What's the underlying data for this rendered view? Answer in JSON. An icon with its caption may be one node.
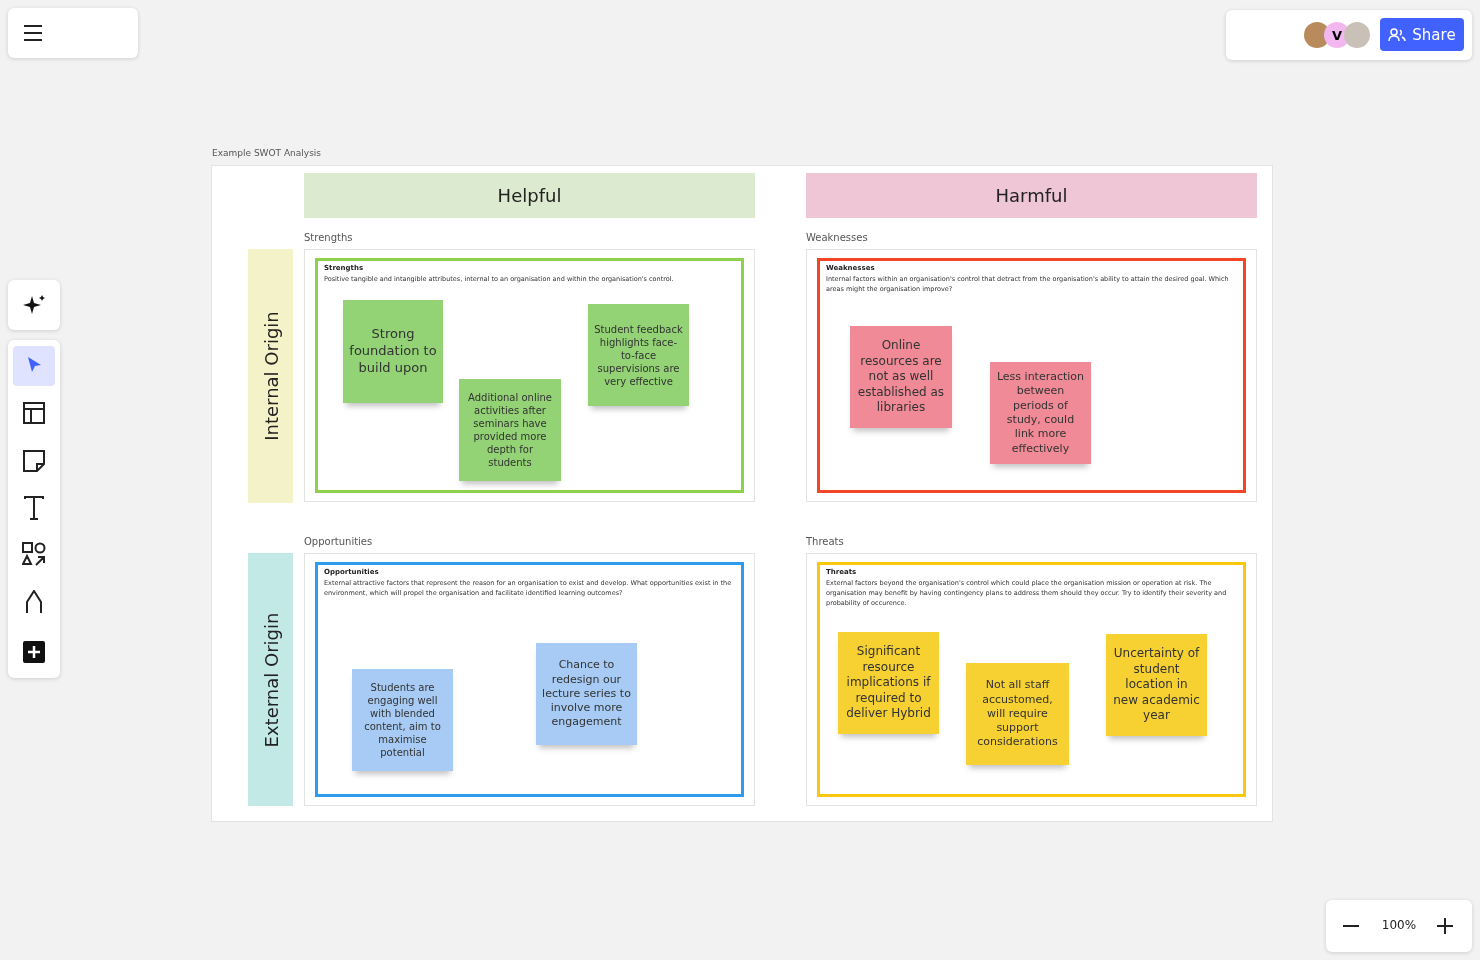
{
  "diagram": {
    "nodes": [
      {
        "text": [
          "Example SWOT Analysis"
        ]
      },
      {
        "text": [
          "Helpful"
        ],
        "in": 0
      },
      {
        "text": [
          "Harmful"
        ],
        "in": 0
      },
      {
        "text": [
          "Internal Origin"
        ],
        "in": 0
      },
      {
        "text": [
          "Strengths"
        ],
        "in": 0
      },
      {
        "text": [
          "Strengths",
          "Positive tangible and intangible attributes, internal to an organisation and within the organisation's control."
        ],
        "in": 4
      },
      {
        "text": [
          "Strong foundation to build upon"
        ],
        "in": 5
      },
      {
        "text": [
          "Additional online activities after seminars have provided more depth for students"
        ],
        "in": 5
      },
      {
        "text": [
          "Student feedback highlights face-to-face supervisions are very effective"
        ],
        "in": 5
      },
      {
        "text": [
          "Weaknesses"
        ],
        "in": 0
      },
      {
        "text": [
          "Weaknesses",
          "Internal factors within an organisation's control that detract from the organisation's ability to attain the desired goal. Which areas might the organisation improve?"
        ],
        "in": 9
      },
      {
        "text": [
          "Online resources are not as well established as libraries"
        ],
        "in": 10
      },
      {
        "text": [
          "Less interaction between periods of study, could link more effectively"
        ],
        "in": 10
      },
      {
        "text": [
          "External Origin"
        ],
        "in": 0
      },
      {
        "text": [
          "Opportunities"
        ],
        "in": 0
      },
      {
        "text": [
          "Opportunities",
          "External attractive factors that represent the reason for an organisation to exist and develop. What opportunities exist in the environment, which will propel the organisation and facilitate identified learning outcomes?"
        ],
        "in": 14
      },
      {
        "text": [
          "Students are engaging well with blended content, aim to maximise potential"
        ],
        "in": 15
      },
      {
        "text": [
          "Chance to redesign our lecture series to involve more engagement"
        ],
        "in": 15
      },
      {
        "text": [
          "Threats"
        ],
        "in": 0
      },
      {
        "text": [
          "Threats",
          "External factors beyond the organisation's control which could place the organisation mission or operation at risk. The organisation may benefit by having contingency plans to address them should they occur. Try to identify their severity and probability of occurence."
        ],
        "in": 18
      },
      {
        "text": [
          "Significant resource implications if required to deliver Hybrid"
        ],
        "in": 19
      },
      {
        "text": [
          "Not all staff accustomed, will require support considerations"
        ],
        "in": 19
      },
      {
        "text": [
          "Uncertainty of student location in new academic year"
        ],
        "in": 19
      }
    ],
    "labels": [
      "V",
      "Share",
      "100%"
    ]
  }
}
